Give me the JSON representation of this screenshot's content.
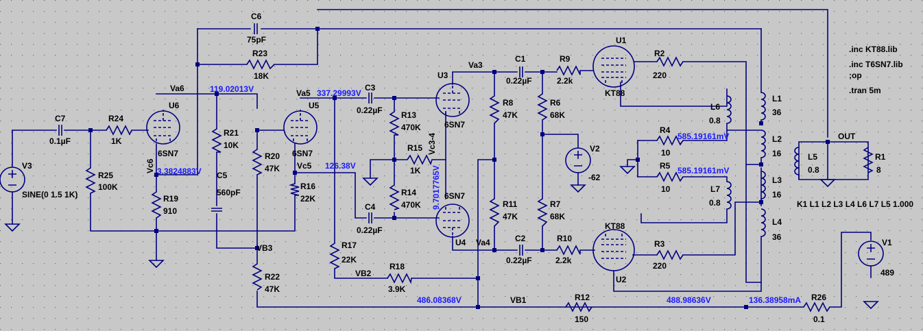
{
  "components": {
    "C6": {
      "ref": "C6",
      "value": "75pF"
    },
    "R23": {
      "ref": "R23",
      "value": "18K"
    },
    "C7": {
      "ref": "C7",
      "value": "0.1µF"
    },
    "R24": {
      "ref": "R24",
      "value": "1K"
    },
    "U6": {
      "ref": "U6",
      "value": "6SN7"
    },
    "R25": {
      "ref": "R25",
      "value": "100K"
    },
    "R19": {
      "ref": "R19",
      "value": "910"
    },
    "R21": {
      "ref": "R21",
      "value": "10K"
    },
    "C5": {
      "ref": "C5",
      "value": "560pF"
    },
    "R20": {
      "ref": "R20",
      "value": "47K"
    },
    "R22": {
      "ref": "R22",
      "value": "47K"
    },
    "U5": {
      "ref": "U5",
      "value": "6SN7"
    },
    "R16": {
      "ref": "R16",
      "value": "22K"
    },
    "C3": {
      "ref": "C3",
      "value": "0.22µF"
    },
    "C4": {
      "ref": "C4",
      "value": "0.22µF"
    },
    "R13": {
      "ref": "R13",
      "value": "470K"
    },
    "R14": {
      "ref": "R14",
      "value": "470K"
    },
    "R15": {
      "ref": "R15",
      "value": "1K"
    },
    "R17": {
      "ref": "R17",
      "value": "22K"
    },
    "R18": {
      "ref": "R18",
      "value": "3.9K"
    },
    "U3": {
      "ref": "U3",
      "value": "6SN7"
    },
    "U4": {
      "ref": "U4",
      "value": "6SN7"
    },
    "R8": {
      "ref": "R8",
      "value": "47K"
    },
    "R11": {
      "ref": "R11",
      "value": "47K"
    },
    "C1": {
      "ref": "C1",
      "value": "0.22µF"
    },
    "C2": {
      "ref": "C2",
      "value": "0.22µF"
    },
    "R6": {
      "ref": "R6",
      "value": "68K"
    },
    "R7": {
      "ref": "R7",
      "value": "68K"
    },
    "R9": {
      "ref": "R9",
      "value": "2.2k"
    },
    "R10": {
      "ref": "R10",
      "value": "2.2k"
    },
    "U1": {
      "ref": "U1",
      "value": "KT88"
    },
    "U2": {
      "ref": "U2",
      "value": "KT88"
    },
    "R2": {
      "ref": "R2",
      "value": "220"
    },
    "R3": {
      "ref": "R3",
      "value": "220"
    },
    "R4": {
      "ref": "R4",
      "value": "10"
    },
    "R5": {
      "ref": "R5",
      "value": "10"
    },
    "L6": {
      "ref": "L6",
      "value": "0.8"
    },
    "L7": {
      "ref": "L7",
      "value": "0.8"
    },
    "L1": {
      "ref": "L1",
      "value": "36"
    },
    "L2": {
      "ref": "L2",
      "value": "16"
    },
    "L3": {
      "ref": "L3",
      "value": "16"
    },
    "L4": {
      "ref": "L4",
      "value": "36"
    },
    "L5": {
      "ref": "L5",
      "value": "0.8"
    },
    "R1": {
      "ref": "R1",
      "value": "8"
    },
    "R12": {
      "ref": "R12",
      "value": "150"
    },
    "R26": {
      "ref": "R26",
      "value": "0.1"
    },
    "V1": {
      "ref": "V1",
      "value": "489"
    },
    "V2": {
      "ref": "V2",
      "value": "-62"
    },
    "V3": {
      "ref": "V3",
      "value": "SINE(0 1.5 1K)"
    }
  },
  "nets": {
    "va6": "Va6",
    "va5": "Va5",
    "vc6": "Vc6",
    "vc5": "Vc5",
    "va3": "Va3",
    "va4": "Va4",
    "vc34": "Vc3-4",
    "vb1": "VB1",
    "vb2": "VB2",
    "vb3": "VB3",
    "out": "OUT"
  },
  "operating_points": {
    "va6": "119.02013V",
    "va5": "337.29993V",
    "vc6": "3.3824883V",
    "vc5": "126.38V",
    "vc34": "9.7017765V",
    "r4": "585.19161mV",
    "r5": "585.19161mV",
    "vb1_left": "486.08368V",
    "vb1_right": "488.98636V",
    "supply_current": "136.38958mA"
  },
  "directives": [
    ".inc KT88.lib",
    ".inc T6SN7.lib",
    ";op",
    ".tran 5m"
  ],
  "coupling": "K1 L1 L2 L3 L4 L6 L7  L5  1.000",
  "colors": {
    "background": "#c8c8c8",
    "wire": "#000080",
    "label": "#000000",
    "annotation": "#1a1aff"
  }
}
